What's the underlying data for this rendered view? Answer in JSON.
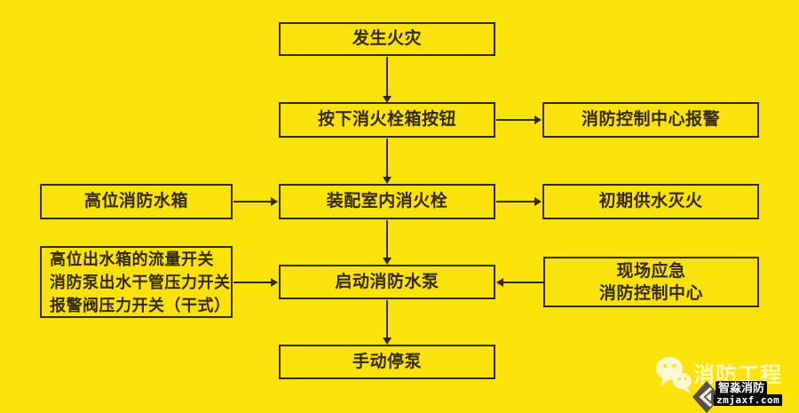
{
  "flowchart": {
    "nodes": {
      "fire_occurs": {
        "label": "发生火灾"
      },
      "press_hydrant_button": {
        "label": "按下消火栓箱按钮"
      },
      "control_center_alarm": {
        "label": "消防控制中心报警"
      },
      "high_level_water_tank": {
        "label": "高位消防水箱"
      },
      "indoor_hydrant": {
        "label": "装配室内消火栓"
      },
      "initial_water_supply": {
        "label": "初期供水灭火"
      },
      "pump_switches": {
        "lines": [
          "高位出水箱的流量开关",
          "消防泵出水干管压力开关",
          "报警阀压力开关（干式）"
        ]
      },
      "start_fire_pump": {
        "label": "启动消防水泵"
      },
      "emergency_center": {
        "lines": [
          "现场应急",
          "消防控制中心"
        ]
      },
      "manual_pump_stop": {
        "label": "手动停泵"
      }
    },
    "edges": [
      {
        "from": "fire_occurs",
        "to": "press_hydrant_button"
      },
      {
        "from": "press_hydrant_button",
        "to": "control_center_alarm"
      },
      {
        "from": "press_hydrant_button",
        "to": "indoor_hydrant"
      },
      {
        "from": "high_level_water_tank",
        "to": "indoor_hydrant"
      },
      {
        "from": "indoor_hydrant",
        "to": "initial_water_supply"
      },
      {
        "from": "indoor_hydrant",
        "to": "start_fire_pump"
      },
      {
        "from": "pump_switches",
        "to": "start_fire_pump"
      },
      {
        "from": "emergency_center",
        "to": "start_fire_pump"
      },
      {
        "from": "start_fire_pump",
        "to": "manual_pump_stop"
      }
    ]
  },
  "watermark": {
    "brand_title": "消防工程",
    "brand_name": "智淼消防",
    "website": "zmjaxf.com",
    "icons": [
      "wechat-icon",
      "diamond-logo-icon"
    ]
  },
  "colors": {
    "background": "#FCE20B",
    "line": "#332A0A",
    "text": "#332A0F",
    "badge_bg": "#0D0D0D",
    "badge_text": "#FFFFFF"
  }
}
